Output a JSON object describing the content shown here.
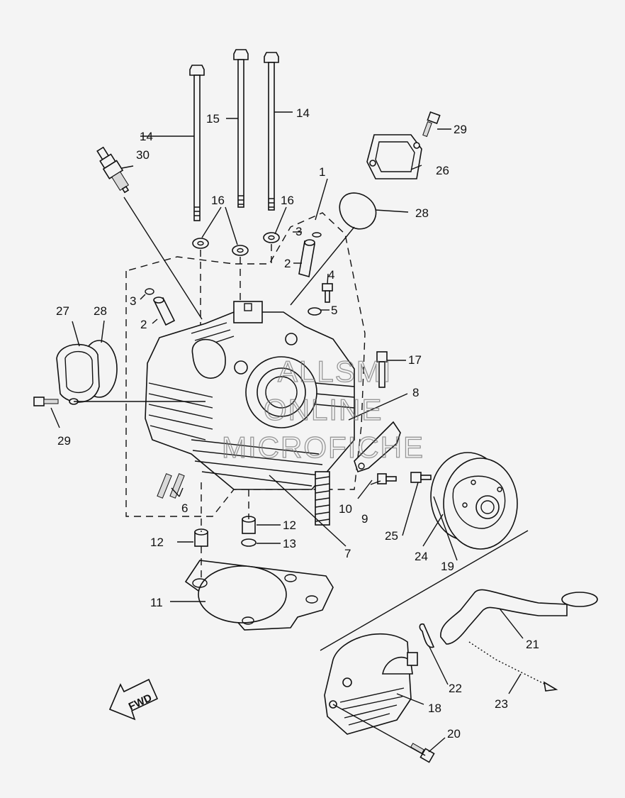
{
  "watermark": {
    "line1": "ALLSMI",
    "line2": "ONLINE",
    "line3": "MICROFICHE"
  },
  "fwd_label": "FWD",
  "callouts": {
    "c1": "1",
    "c2a": "2",
    "c2b": "2",
    "c3a": "3",
    "c3b": "3",
    "c4": "4",
    "c5": "5",
    "c6": "6",
    "c7": "7",
    "c8": "8",
    "c9": "9",
    "c10": "10",
    "c11": "11",
    "c12a": "12",
    "c12b": "12",
    "c13": "13",
    "c14a": "14",
    "c14b": "14",
    "c15": "15",
    "c16a": "16",
    "c16b": "16",
    "c17": "17",
    "c18": "18",
    "c19": "19",
    "c20": "20",
    "c21": "21",
    "c22": "22",
    "c23": "23",
    "c24": "24",
    "c25": "25",
    "c26": "26",
    "c27": "27",
    "c28a": "28",
    "c28b": "28",
    "c29a": "29",
    "c29b": "29",
    "c30": "30"
  }
}
